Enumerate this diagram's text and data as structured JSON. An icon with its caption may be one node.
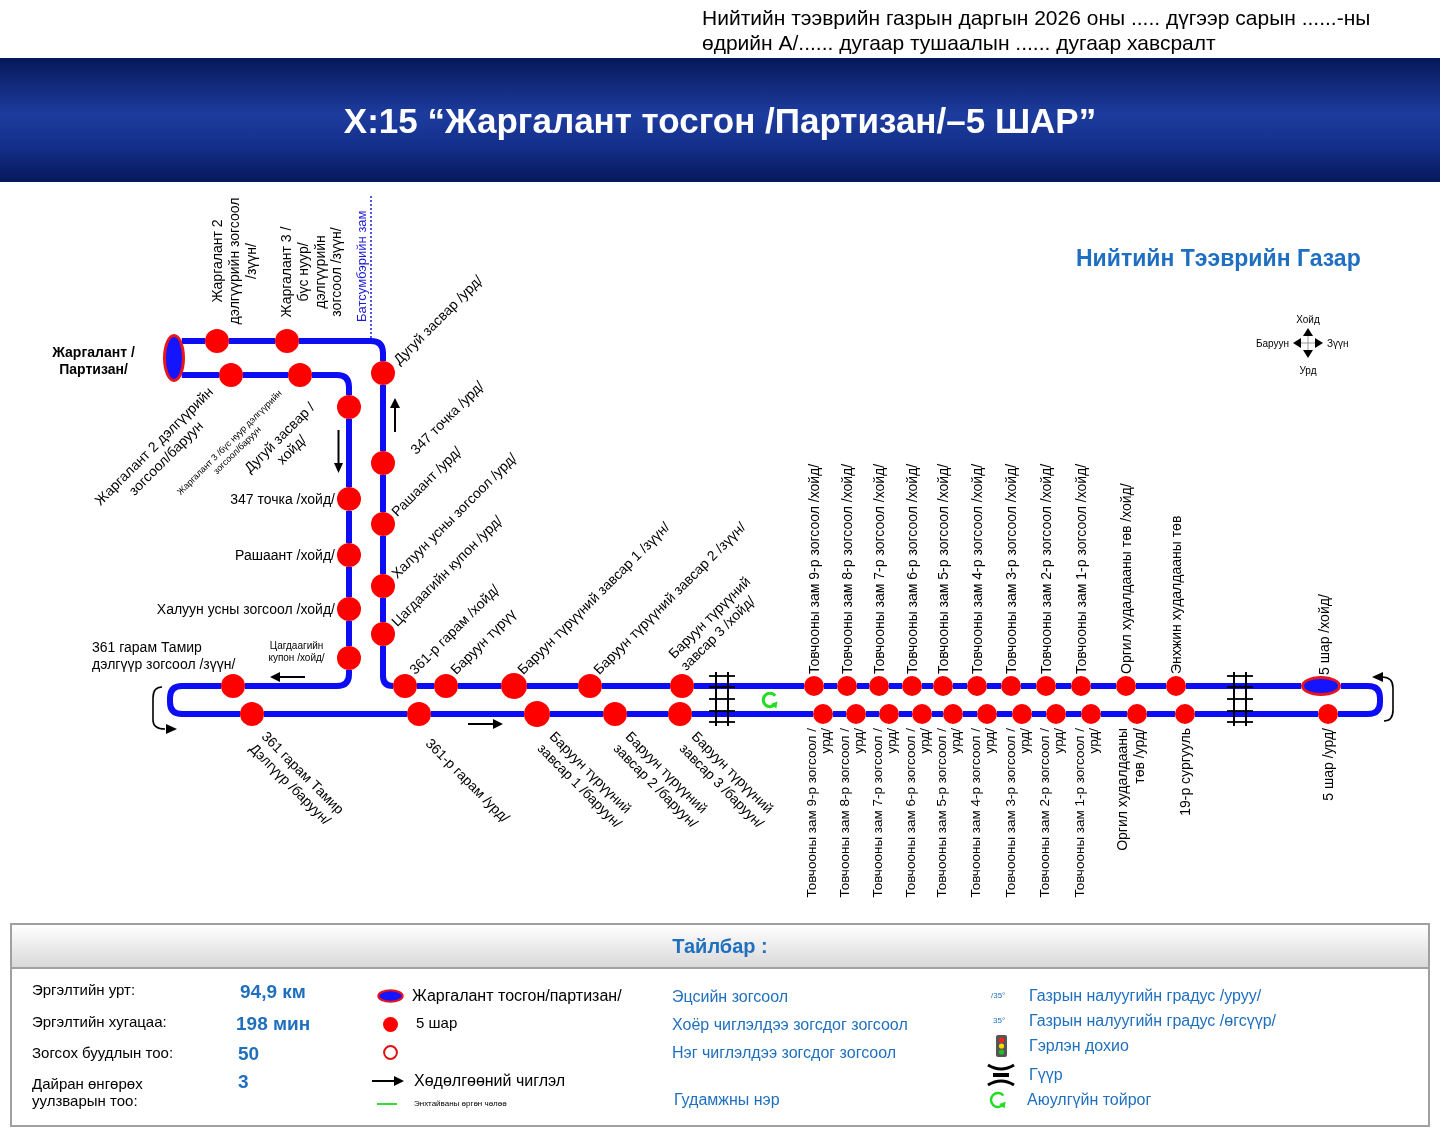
{
  "diagram": {
    "title": "Х:15 “Жаргалант тосгон /Партизан/–5 ШАР”",
    "nodes": [
      {
        "text": [],
        "shape": "ellipse",
        "beside": [
          "Жаргалант / Партизан/"
        ]
      },
      {
        "text": [],
        "shape": "circle",
        "beside": [
          "Жаргалант 2 дэлгүүрийн зогсоол/баруун"
        ]
      },
      {
        "text": [],
        "shape": "circle",
        "beside": [
          "Жаргалант 3 /бүс нуур дэлгүүрийн зогсоол/баруун"
        ]
      },
      {
        "text": [],
        "shape": "circle",
        "beside": [
          "Дугуй засвар /хойд/"
        ]
      },
      {
        "text": [],
        "shape": "circle",
        "beside": [
          "347 точка /хойд/"
        ]
      },
      {
        "text": [],
        "shape": "circle",
        "beside": [
          "Рашаант /хойд/"
        ]
      },
      {
        "text": [],
        "shape": "circle",
        "beside": [
          "Халуун усны зогсоол /хойд/"
        ]
      },
      {
        "text": [],
        "shape": "circle",
        "beside": [
          "Цагдаагийн купон /хойд/"
        ]
      },
      {
        "text": [],
        "shape": "circle",
        "beside": [
          "361 гарам Тамир дэлгүүр зогсоол /зүүн/"
        ]
      },
      {
        "text": [],
        "shape": "circle",
        "beside": [
          "361 гарам Тамир Дэлгүүр /баруун/"
        ]
      },
      {
        "text": [],
        "shape": "circle",
        "beside": [
          "361-р гарам /урд/"
        ]
      },
      {
        "text": [],
        "shape": "circle",
        "beside": [
          "Баруун түрүүний завсар 1 /баруун/"
        ]
      },
      {
        "text": [],
        "shape": "circle",
        "beside": [
          "Баруун түрүүний завсар 2 /баруун/"
        ]
      },
      {
        "text": [],
        "shape": "circle",
        "beside": [
          "Баруун түрүүний завсар 3 /баруун/"
        ]
      },
      {
        "text": [],
        "shape": "circle",
        "beside": [
          "Товчооны зам 9-р зогсоол /урд/"
        ]
      },
      {
        "text": [],
        "shape": "circle",
        "beside": [
          "Товчооны зам 8-р зогсоол /урд/"
        ]
      },
      {
        "text": [],
        "shape": "circle",
        "beside": [
          "Товчооны зам 7-р зогсоол /урд/"
        ]
      },
      {
        "text": [],
        "shape": "circle",
        "beside": [
          "Товчооны зам 6-р зогсоол /урд/"
        ]
      },
      {
        "text": [],
        "shape": "circle",
        "beside": [
          "Товчооны зам 5-р зогсоол /урд/"
        ]
      },
      {
        "text": [],
        "shape": "circle",
        "beside": [
          "Товчооны зам 4-р зогсоол /урд/"
        ]
      },
      {
        "text": [],
        "shape": "circle",
        "beside": [
          "Товчооны зам 3-р зогсоол /урд/"
        ]
      },
      {
        "text": [],
        "shape": "circle",
        "beside": [
          "Товчооны зам 2-р зогсоол /урд/"
        ]
      },
      {
        "text": [],
        "shape": "circle",
        "beside": [
          "Товчооны зам 1-р зогсоол /урд/"
        ]
      },
      {
        "text": [],
        "shape": "circle",
        "beside": [
          "Оргил худалдааны төв /урд/"
        ]
      },
      {
        "text": [],
        "shape": "circle",
        "beside": [
          "19-р сургууль"
        ]
      },
      {
        "text": [],
        "shape": "circle",
        "beside": [
          "5 шар /урд/"
        ]
      },
      {
        "text": [],
        "shape": "ellipse",
        "beside": [
          "5 шар /хойд/"
        ]
      },
      {
        "text": [],
        "shape": "circle",
        "beside": [
          "Энхжин худалдааны төв"
        ]
      },
      {
        "text": [],
        "shape": "circle",
        "beside": [
          "Оргил худалдааны төв /хойд/"
        ]
      },
      {
        "text": [],
        "shape": "circle",
        "beside": [
          "Товчооны зам 1-р зогсоол /хойд/"
        ]
      },
      {
        "text": [],
        "shape": "circle",
        "beside": [
          "Товчооны зам 2-р зогсоол /хойд/"
        ]
      },
      {
        "text": [],
        "shape": "circle",
        "beside": [
          "Товчооны зам 3-р зогсоол /хойд/"
        ]
      },
      {
        "text": [],
        "shape": "circle",
        "beside": [
          "Товчооны зам 4-р зогсоол /хойд/"
        ]
      },
      {
        "text": [],
        "shape": "circle",
        "beside": [
          "Товчооны зам 5-р зогсоол /хойд/"
        ]
      },
      {
        "text": [],
        "shape": "circle",
        "beside": [
          "Товчооны зам 6-р зогсоол /хойд/"
        ]
      },
      {
        "text": [],
        "shape": "circle",
        "beside": [
          "Товчооны зам 7-р зогсоол /хойд/"
        ]
      },
      {
        "text": [],
        "shape": "circle",
        "beside": [
          "Товчооны зам 8-р зогсоол /хойд/"
        ]
      },
      {
        "text": [],
        "shape": "circle",
        "beside": [
          "Товчооны зам 9-р зогсоол /хойд/"
        ]
      },
      {
        "text": [],
        "shape": "circle",
        "beside": [
          "Баруун түрүүний завсар 3 /хойд/"
        ]
      },
      {
        "text": [],
        "shape": "circle",
        "beside": [
          "Баруун түрүүний завсар 2 /зүүн/"
        ]
      },
      {
        "text": [],
        "shape": "circle",
        "beside": [
          "Баруун түрүүний завсар 1 /зүүн/"
        ]
      },
      {
        "text": [],
        "shape": "circle",
        "beside": [
          "Баруун түрүү"
        ]
      },
      {
        "text": [],
        "shape": "circle",
        "beside": [
          "361-р гарам /хойд/"
        ]
      },
      {
        "text": [],
        "shape": "circle",
        "beside": [
          "Цагдаагийн купон /урд/"
        ]
      },
      {
        "text": [],
        "shape": "circle",
        "beside": [
          "Халуун усны зогсоол /урд/"
        ]
      },
      {
        "text": [],
        "shape": "circle",
        "beside": [
          "Рашаант /урд/"
        ]
      },
      {
        "text": [],
        "shape": "circle",
        "beside": [
          "347 точка /урд/"
        ]
      },
      {
        "text": [],
        "shape": "circle",
        "beside": [
          "Дугуй засвар /урд/"
        ]
      },
      {
        "text": [],
        "shape": "circle",
        "beside": [
          "Жаргалант 3 /бүс нуур/ дэлгүүрийн зогсоол /зүүн/"
        ]
      },
      {
        "text": [],
        "shape": "circle",
        "beside": [
          "Жаргалант 2 дэлгүүрийн зогсоол /зүүн/"
        ]
      }
    ],
    "edges": [
      {
        "from": 0,
        "to": 1,
        "arrow": "none"
      },
      {
        "from": 1,
        "to": 2,
        "arrow": "none"
      },
      {
        "from": 2,
        "to": 3,
        "arrow": "none"
      },
      {
        "from": 3,
        "to": 4,
        "arrow": "none"
      },
      {
        "from": 4,
        "to": 5,
        "arrow": "none"
      },
      {
        "from": 5,
        "to": 6,
        "arrow": "none"
      },
      {
        "from": 6,
        "to": 7,
        "arrow": "none"
      },
      {
        "from": 7,
        "to": 8,
        "arrow": "none"
      },
      {
        "from": 8,
        "to": 9,
        "arrow": "none"
      },
      {
        "from": 9,
        "to": 10,
        "arrow": "none"
      },
      {
        "from": 10,
        "to": 11,
        "arrow": "none"
      },
      {
        "from": 11,
        "to": 12,
        "arrow": "none"
      },
      {
        "from": 12,
        "to": 13,
        "arrow": "none"
      },
      {
        "from": 13,
        "to": 14,
        "arrow": "none"
      },
      {
        "from": 14,
        "to": 15,
        "arrow": "none"
      },
      {
        "from": 15,
        "to": 16,
        "arrow": "none"
      },
      {
        "from": 16,
        "to": 17,
        "arrow": "none"
      },
      {
        "from": 17,
        "to": 18,
        "arrow": "none"
      },
      {
        "from": 18,
        "to": 19,
        "arrow": "none"
      },
      {
        "from": 19,
        "to": 20,
        "arrow": "none"
      },
      {
        "from": 20,
        "to": 21,
        "arrow": "none"
      },
      {
        "from": 21,
        "to": 22,
        "arrow": "none"
      },
      {
        "from": 22,
        "to": 23,
        "arrow": "none"
      },
      {
        "from": 23,
        "to": 24,
        "arrow": "none"
      },
      {
        "from": 24,
        "to": 25,
        "arrow": "none"
      },
      {
        "from": 25,
        "to": 26,
        "arrow": "none"
      },
      {
        "from": 26,
        "to": 27,
        "arrow": "none"
      },
      {
        "from": 27,
        "to": 28,
        "arrow": "none"
      },
      {
        "from": 28,
        "to": 29,
        "arrow": "none"
      },
      {
        "from": 29,
        "to": 30,
        "arrow": "none"
      },
      {
        "from": 30,
        "to": 31,
        "arrow": "none"
      },
      {
        "from": 31,
        "to": 32,
        "arrow": "none"
      },
      {
        "from": 32,
        "to": 33,
        "arrow": "none"
      },
      {
        "from": 33,
        "to": 34,
        "arrow": "none"
      },
      {
        "from": 34,
        "to": 35,
        "arrow": "none"
      },
      {
        "from": 35,
        "to": 36,
        "arrow": "none"
      },
      {
        "from": 36,
        "to": 37,
        "arrow": "none"
      },
      {
        "from": 37,
        "to": 38,
        "arrow": "none"
      },
      {
        "from": 38,
        "to": 39,
        "arrow": "none"
      },
      {
        "from": 39,
        "to": 40,
        "arrow": "none"
      },
      {
        "from": 40,
        "to": 41,
        "arrow": "none"
      },
      {
        "from": 41,
        "to": 42,
        "arrow": "none"
      },
      {
        "from": 42,
        "to": 43,
        "arrow": "none"
      },
      {
        "from": 43,
        "to": 44,
        "arrow": "none"
      },
      {
        "from": 44,
        "to": 45,
        "arrow": "none"
      },
      {
        "from": 45,
        "to": 46,
        "arrow": "none"
      },
      {
        "from": 46,
        "to": 47,
        "arrow": "none"
      },
      {
        "from": 47,
        "to": 48,
        "arrow": "none"
      },
      {
        "from": 48,
        "to": 49,
        "arrow": "none"
      },
      {
        "from": 49,
        "to": 0,
        "arrow": "none"
      }
    ],
    "labels": [
      "Нийтийн тээврийн газрын даргын 2026 оны ..... дүгээр сарын ......-ны өдрийн А/...... дугаар тушаалын ...... дугаар хавсралт",
      "Батсумбэрийн зам",
      "Нийтийн Тээврийн Газар",
      "Хойд",
      "Баруун",
      "Зүүн",
      "Урд",
      "Тайлбар :",
      "Эргэлтийн урт:",
      "94,9 км",
      "Эргэлтийн хугацаа:",
      "198 мин",
      "Зогсох буудлын тоо:",
      "50",
      "Дайран өнгөрөх уулзварын тоо:",
      "3",
      "/35°",
      "35°"
    ],
    "legend": [
      {
        "text": "Жаргалант тосгон/партизан/"
      },
      {
        "text": "5 шар",
        "color": "#ff0000"
      },
      {
        "text": "Хөдөлгөөний чиглэл"
      },
      {
        "text": "Энхтайваны өргөн чөлөө"
      },
      {
        "text": "Эцсийн зогсоол"
      },
      {
        "text": "Хоёр чиглэлдээ зогсдог зогсоол"
      },
      {
        "text": "Нэг чиглэлдээ зогсдог зогсоол"
      },
      {
        "text": "Гудамжны нэр"
      },
      {
        "text": "Газрын налуугийн градус /уруу/"
      },
      {
        "text": "Газрын налуугийн градус /өгсүүр/"
      },
      {
        "text": "Гэрлэн дохио"
      },
      {
        "text": "Гүүр"
      },
      {
        "text": "Аюулгүйн тойрог"
      }
    ]
  }
}
